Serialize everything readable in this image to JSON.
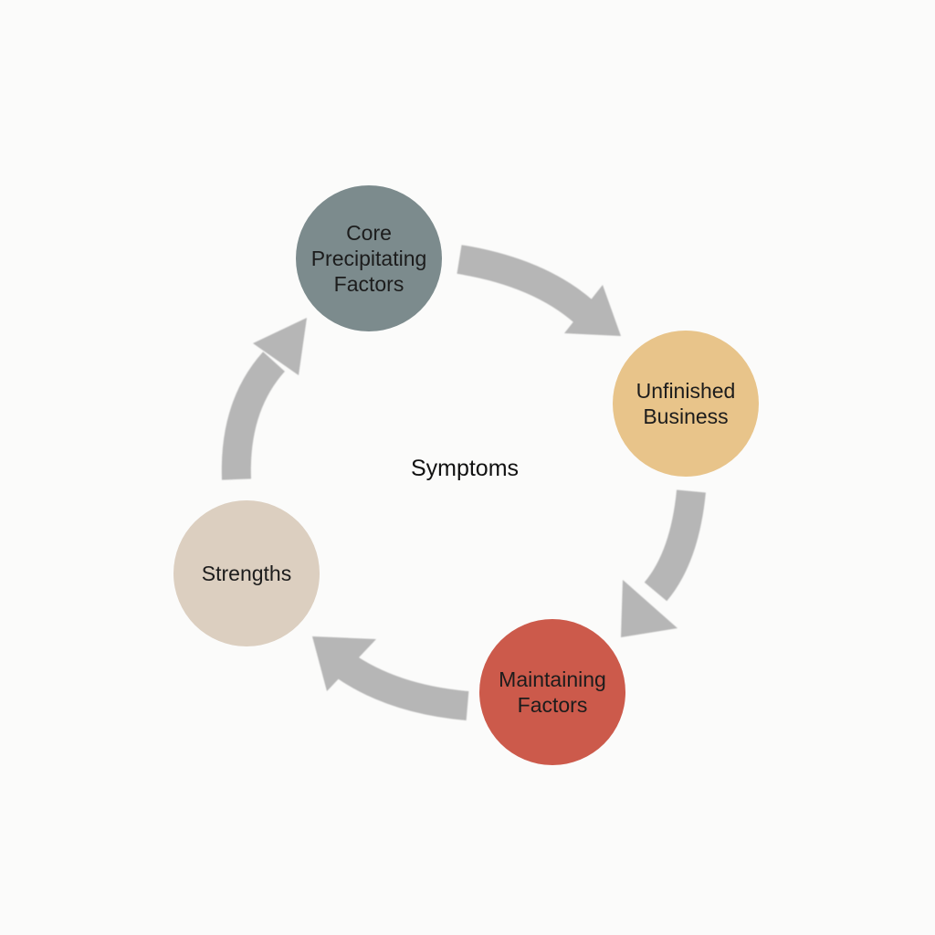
{
  "center": {
    "label": "Symptoms"
  },
  "nodes": [
    {
      "id": "core",
      "label": "Core\nPrecipitating\nFactors",
      "color": "#7c8b8d"
    },
    {
      "id": "unfinished",
      "label": "Unfinished\nBusiness",
      "color": "#e8c48a"
    },
    {
      "id": "maintaining",
      "label": "Maintaining\nFactors",
      "color": "#cc5a4b"
    },
    {
      "id": "strengths",
      "label": "Strengths",
      "color": "#dccfc0"
    }
  ],
  "arrow_color": "#b6b6b6",
  "cycle_direction": "clockwise"
}
